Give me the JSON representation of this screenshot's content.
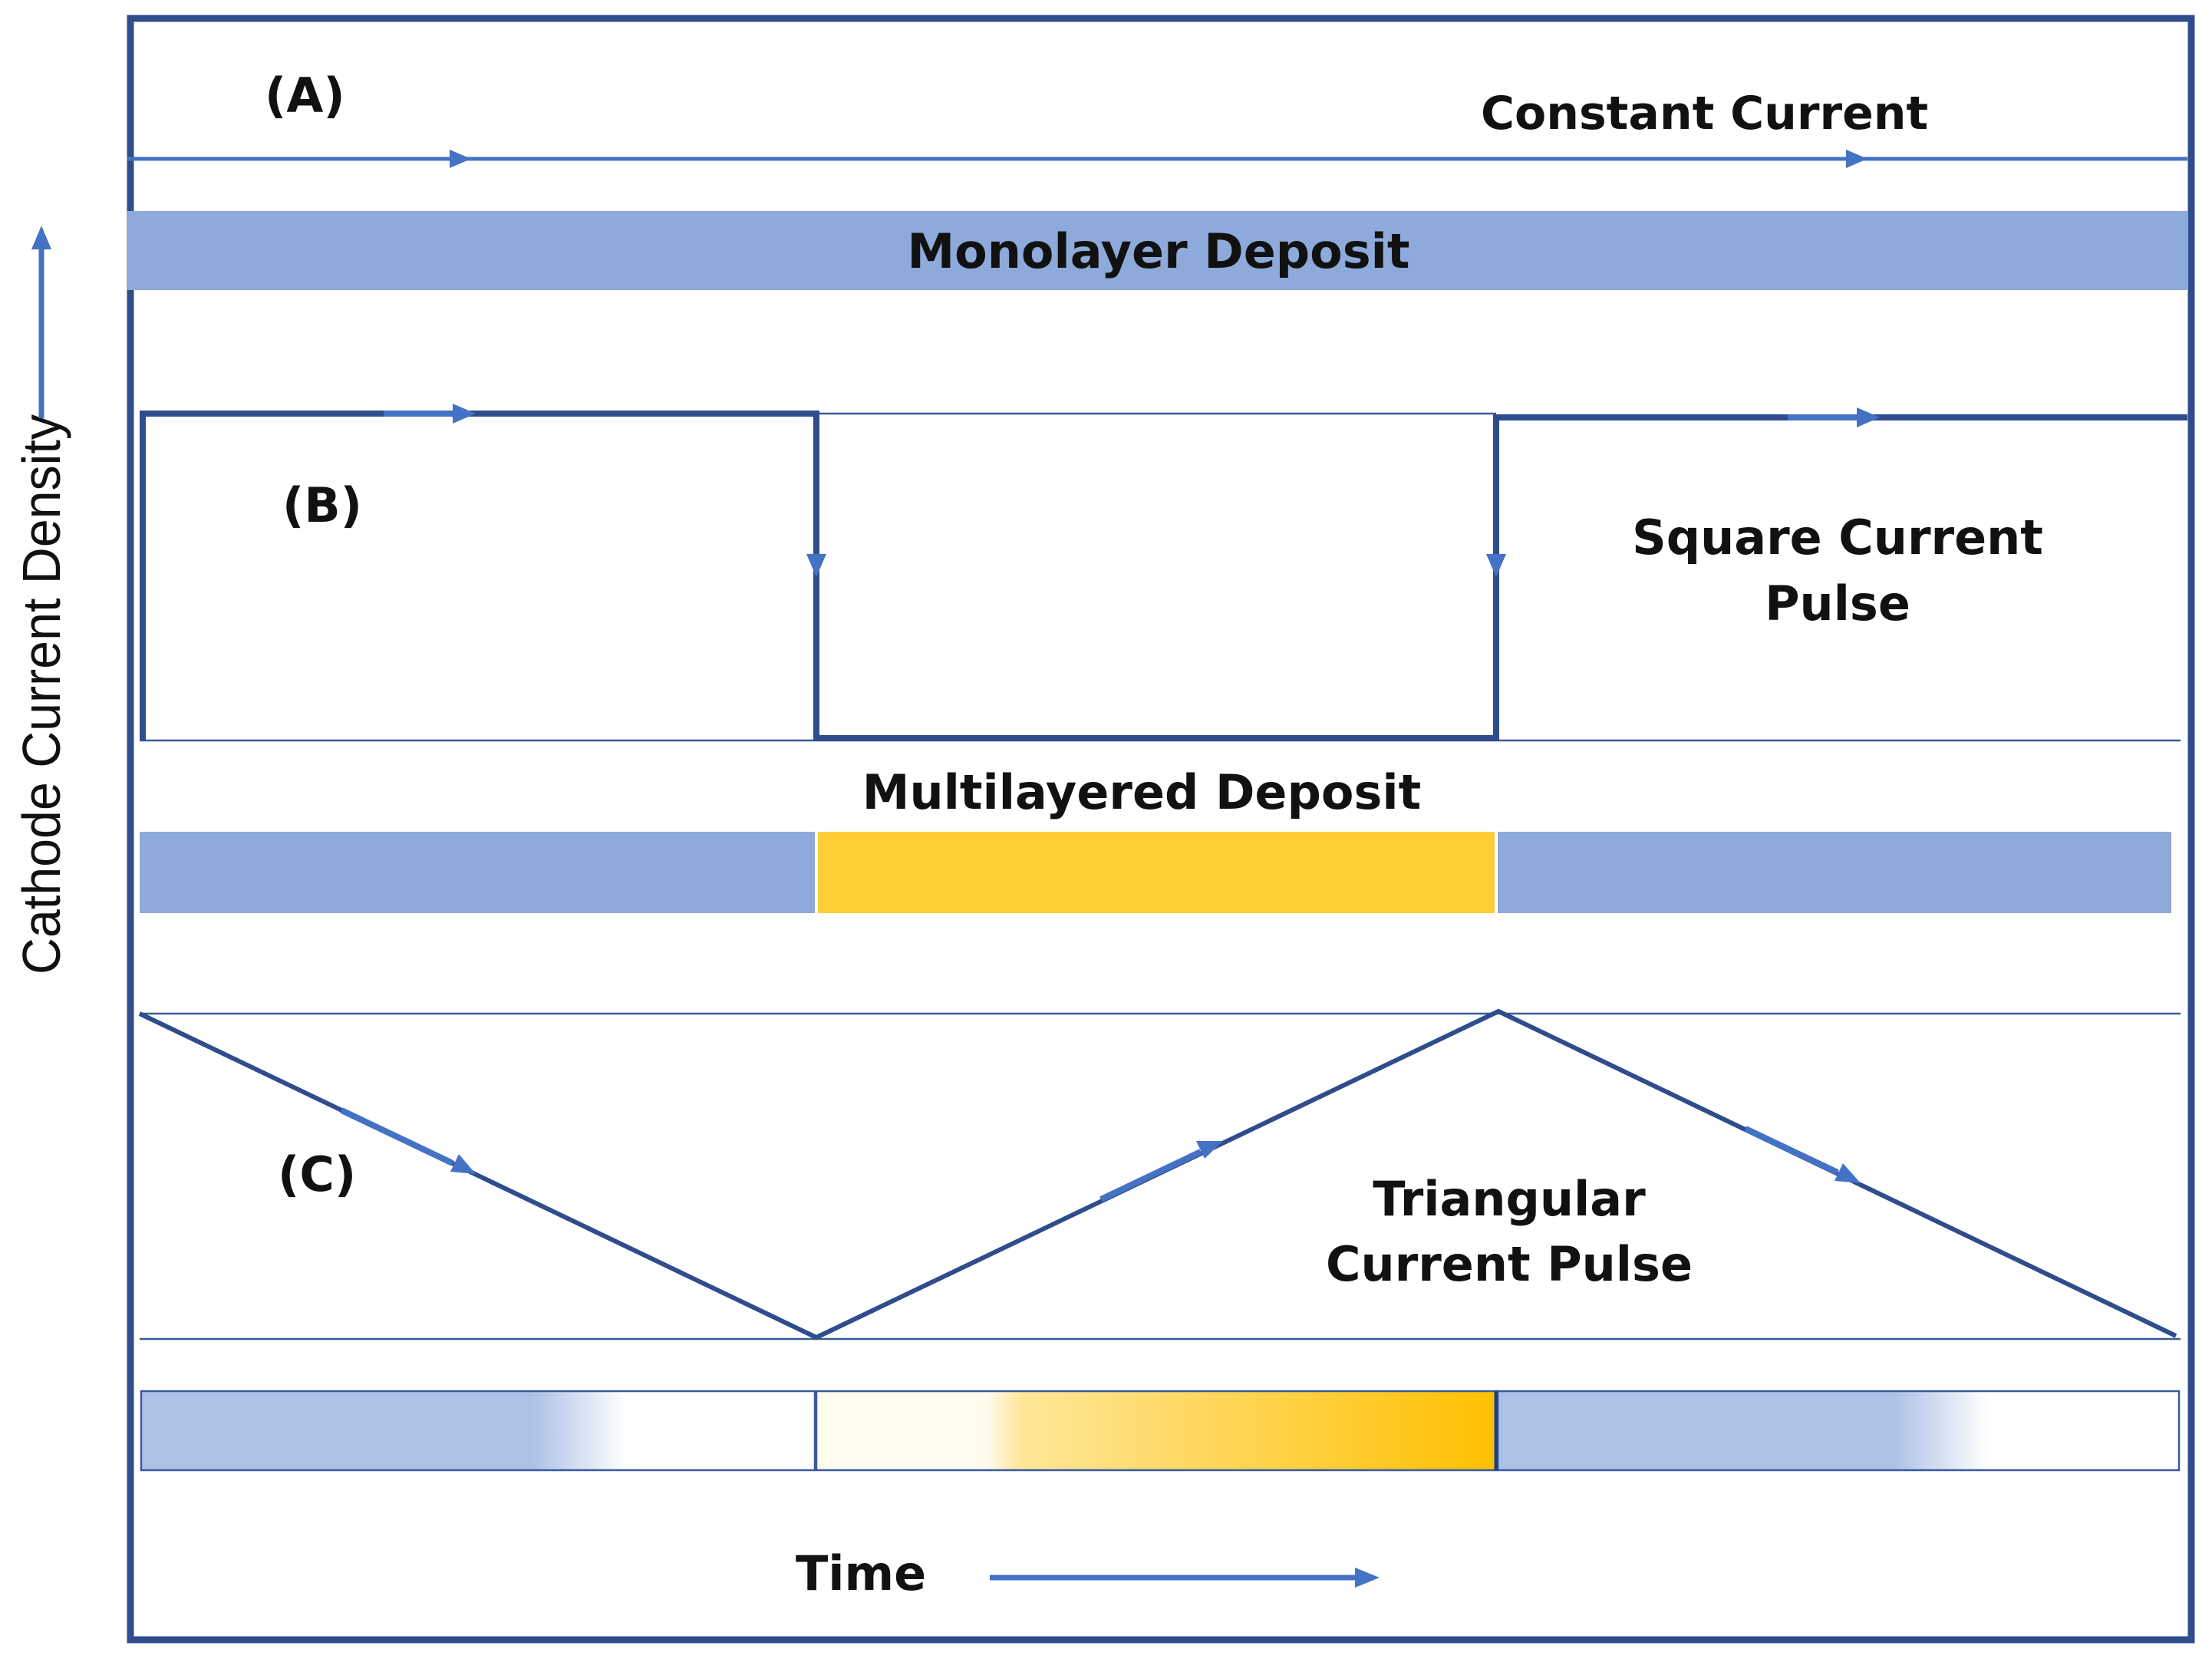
{
  "colors": {
    "frame": "#2f4d8c",
    "wave": "#2f4d8c",
    "arrow": "#4472c4",
    "thin_line": "#3a5a9c",
    "blue_layer": "#8eaadb",
    "blue_layer_light": "#adc0e6",
    "yellow_layer": "#ffcd35",
    "yellow_deep": "#ffc000",
    "yellow_pale": "#fffbee"
  },
  "y_axis": {
    "label": "Cathode Current Density",
    "arrow_icon": "up-arrow-icon"
  },
  "x_axis": {
    "label": "Time",
    "arrow_icon": "right-arrow-icon"
  },
  "panels": {
    "a": {
      "tag": "(A)",
      "title": "Constant Current",
      "deposit_label": "Monolayer Deposit"
    },
    "b": {
      "tag": "(B)",
      "title_line1": "Square Current",
      "title_line2": "Pulse",
      "deposit_label": "Multilayered Deposit"
    },
    "c": {
      "tag": "(C)",
      "title_line1": "Triangular",
      "title_line2": "Current Pulse"
    }
  }
}
